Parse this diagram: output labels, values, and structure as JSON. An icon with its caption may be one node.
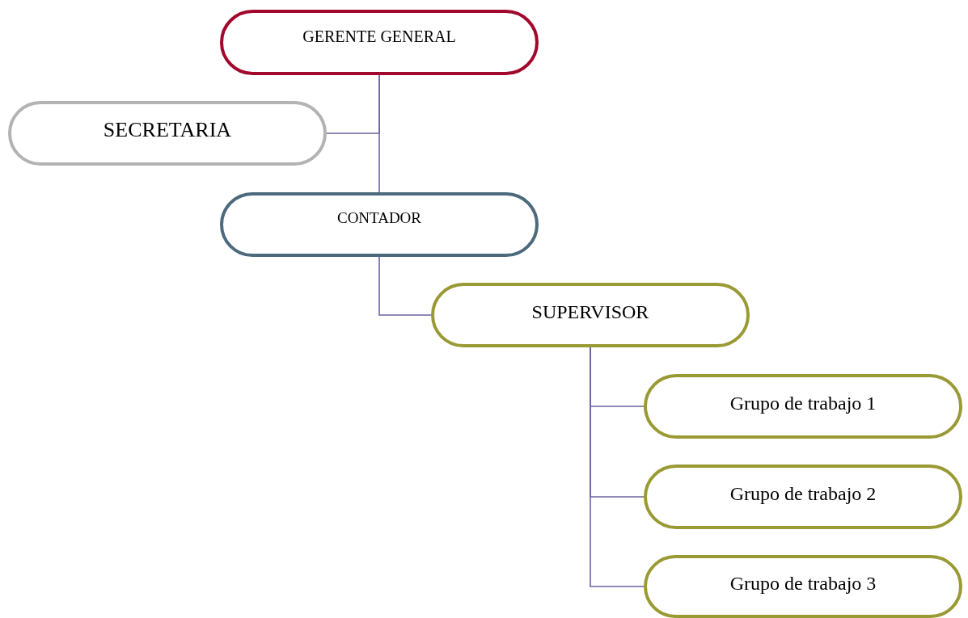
{
  "diagram": {
    "nodes": [
      {
        "text": [
          "GERENTE GENERAL"
        ]
      },
      {
        "text": [
          "SECRETARIA"
        ]
      },
      {
        "text": [
          "CONTADOR"
        ]
      },
      {
        "text": [
          "SUPERVISOR"
        ]
      },
      {
        "text": [
          "Grupo de trabajo 1"
        ]
      },
      {
        "text": [
          "Grupo de trabajo 2"
        ]
      },
      {
        "text": [
          "Grupo de trabajo 3"
        ]
      }
    ],
    "edges": [
      {
        "from": 0,
        "to": 1,
        "arrow": "none"
      },
      {
        "from": 0,
        "to": 2,
        "arrow": "none"
      },
      {
        "from": 2,
        "to": 3,
        "arrow": "none"
      },
      {
        "from": 3,
        "to": 4,
        "arrow": "none"
      },
      {
        "from": 3,
        "to": 5,
        "arrow": "none"
      },
      {
        "from": 3,
        "to": 6,
        "arrow": "none"
      }
    ]
  }
}
